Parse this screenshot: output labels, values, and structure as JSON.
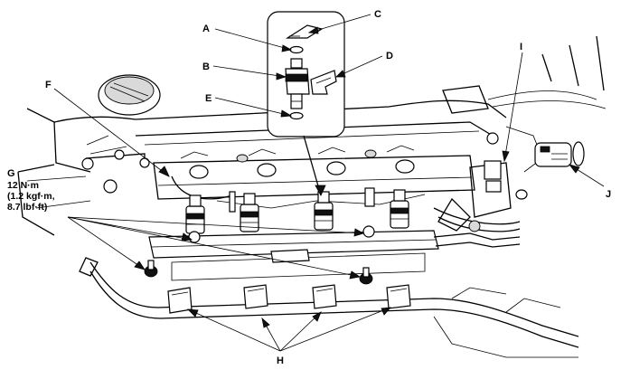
{
  "labels": {
    "a": "A",
    "b": "B",
    "c": "C",
    "d": "D",
    "e": "E",
    "f": "F",
    "g": "G",
    "h": "H",
    "i": "I",
    "j": "J"
  },
  "torque_spec": {
    "line1": "12 N·m",
    "line2": "(1.2 kgf·m,",
    "line3": "8.7 lbf·ft)"
  }
}
